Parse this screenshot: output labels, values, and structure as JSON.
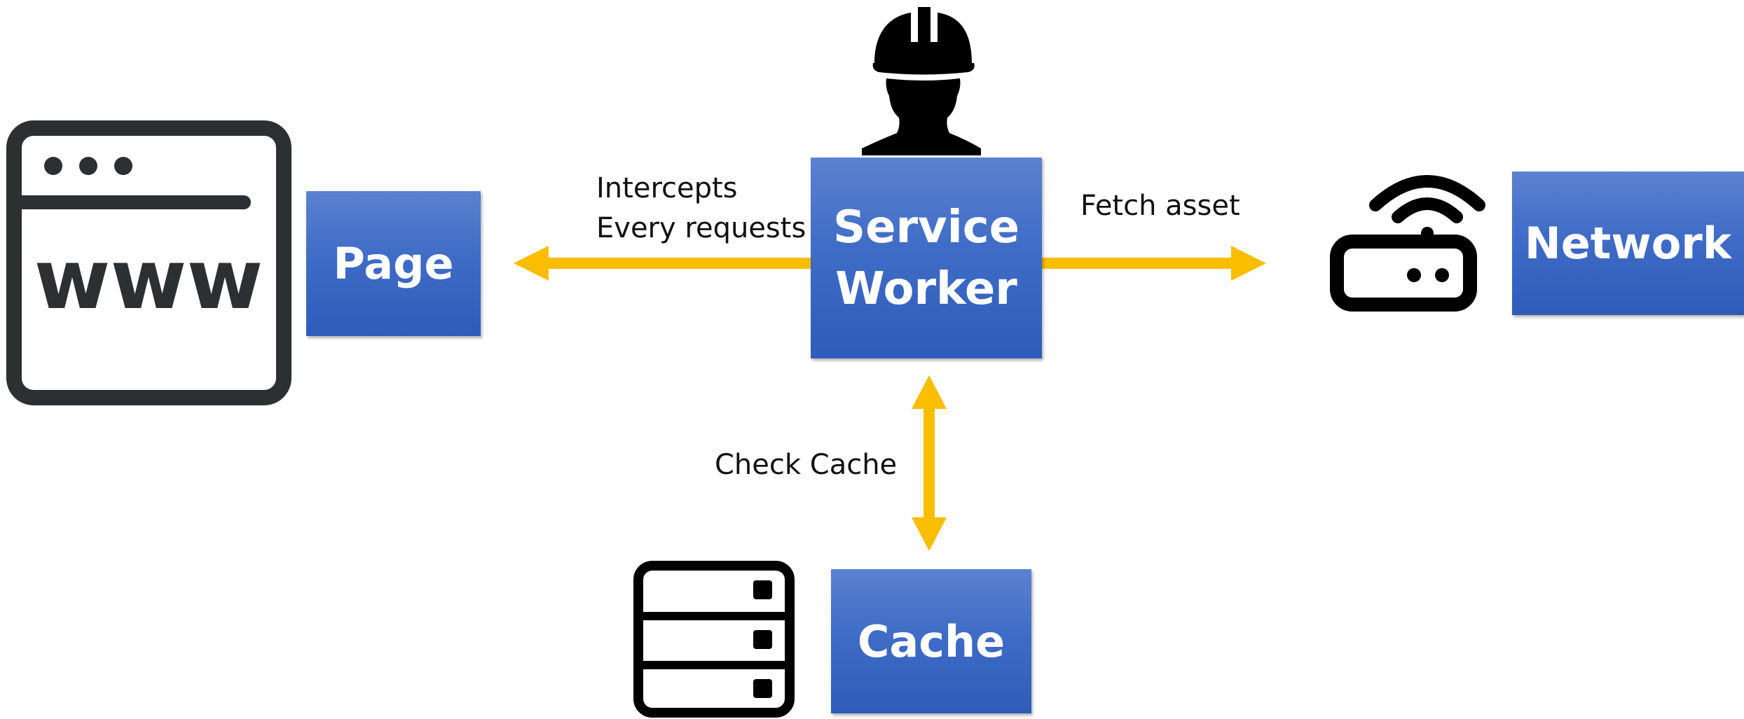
{
  "nodes": {
    "page": "Page",
    "service_worker": [
      "Service",
      "Worker"
    ],
    "network": "Network",
    "cache": "Cache"
  },
  "edges": {
    "intercepts": [
      "Intercepts",
      "Every requests"
    ],
    "fetch": "Fetch asset",
    "check_cache": "Check Cache"
  },
  "browser_icon_text": "www",
  "colors": {
    "box": "#3f6cc6",
    "arrow": "#fbbd00",
    "icon": "#2c3033"
  },
  "icons": [
    "browser-window-icon",
    "worker-helmet-icon",
    "wifi-router-icon",
    "server-rack-icon"
  ]
}
